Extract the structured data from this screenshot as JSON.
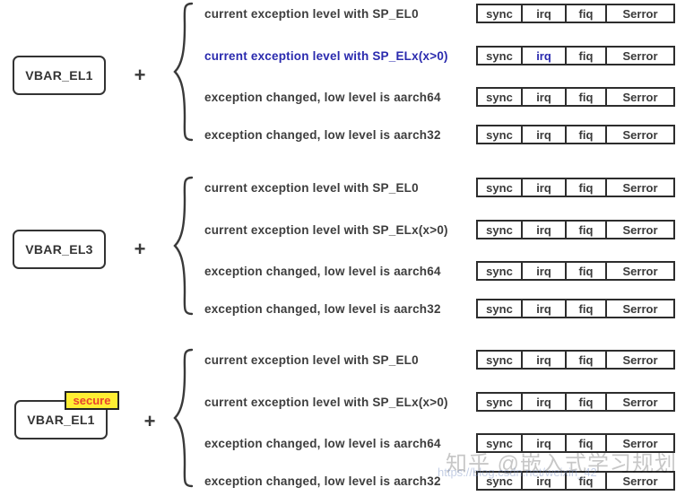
{
  "colors": {
    "text": "#3d3d3d",
    "highlight_blue": "#2a2aae",
    "table_border": "#2d2d2d",
    "secure_bg": "#ffee33",
    "secure_text": "#e8432e",
    "watermark": "#c8c8c8"
  },
  "operators": {
    "plus": "+"
  },
  "groups": [
    {
      "register": "VBAR_EL1",
      "secure_tag": null,
      "rows": [
        {
          "label": "current exception level with SP_EL0",
          "highlighted": false,
          "highlighted_cell": null,
          "cells": [
            "sync",
            "irq",
            "fiq",
            "Serror"
          ]
        },
        {
          "label": "current exception level with SP_ELx(x>0)",
          "highlighted": true,
          "highlighted_cell": "irq",
          "cells": [
            "sync",
            "irq",
            "fiq",
            "Serror"
          ]
        },
        {
          "label": "exception changed, low level is aarch64",
          "highlighted": false,
          "highlighted_cell": null,
          "cells": [
            "sync",
            "irq",
            "fiq",
            "Serror"
          ]
        },
        {
          "label": "exception changed, low level is aarch32",
          "highlighted": false,
          "highlighted_cell": null,
          "cells": [
            "sync",
            "irq",
            "fiq",
            "Serror"
          ]
        }
      ]
    },
    {
      "register": "VBAR_EL3",
      "secure_tag": null,
      "rows": [
        {
          "label": "current exception level with SP_EL0",
          "highlighted": false,
          "highlighted_cell": null,
          "cells": [
            "sync",
            "irq",
            "fiq",
            "Serror"
          ]
        },
        {
          "label": "current exception level with SP_ELx(x>0)",
          "highlighted": false,
          "highlighted_cell": null,
          "cells": [
            "sync",
            "irq",
            "fiq",
            "Serror"
          ]
        },
        {
          "label": "exception changed, low level is aarch64",
          "highlighted": false,
          "highlighted_cell": null,
          "cells": [
            "sync",
            "irq",
            "fiq",
            "Serror"
          ]
        },
        {
          "label": "exception changed, low level is aarch32",
          "highlighted": false,
          "highlighted_cell": null,
          "cells": [
            "sync",
            "irq",
            "fiq",
            "Serror"
          ]
        }
      ]
    },
    {
      "register": "VBAR_EL1",
      "secure_tag": "secure",
      "rows": [
        {
          "label": "current exception level with SP_EL0",
          "highlighted": false,
          "highlighted_cell": null,
          "cells": [
            "sync",
            "irq",
            "fiq",
            "Serror"
          ]
        },
        {
          "label": "current exception level with SP_ELx(x>0)",
          "highlighted": false,
          "highlighted_cell": null,
          "cells": [
            "sync",
            "irq",
            "fiq",
            "Serror"
          ]
        },
        {
          "label": "exception changed, low level is aarch64",
          "highlighted": false,
          "highlighted_cell": null,
          "cells": [
            "sync",
            "irq",
            "fiq",
            "Serror"
          ]
        },
        {
          "label": "exception changed, low level is aarch32",
          "highlighted": false,
          "highlighted_cell": null,
          "cells": [
            "sync",
            "irq",
            "fiq",
            "Serror"
          ]
        }
      ]
    }
  ],
  "watermark": {
    "text": "知乎 @嵌入式学习规划",
    "url": "https://blog.csdn.net/weixin_42"
  }
}
